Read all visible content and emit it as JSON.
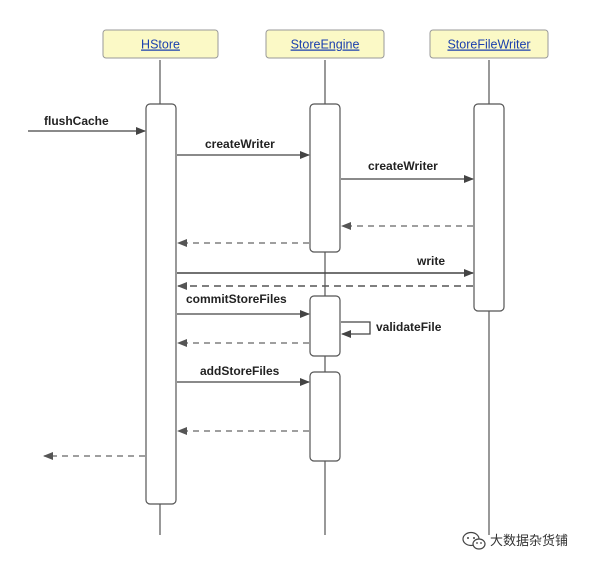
{
  "participants": [
    {
      "label": "HStore"
    },
    {
      "label": "StoreEngine"
    },
    {
      "label": "StoreFileWriter"
    }
  ],
  "messages": {
    "flush_cache": "flushCache",
    "create_writer_1": "createWriter",
    "create_writer_2": "createWriter",
    "write": "write",
    "commit_store_files": "commitStoreFiles",
    "validate_file": "validateFile",
    "add_store_files": "addStoreFiles"
  },
  "watermark": {
    "text": "大数据杂货铺",
    "icon": "wechat-icon"
  },
  "colors": {
    "header_fill": "#fbf9c6",
    "header_stroke": "#999999",
    "lifeline": "#555555",
    "solid_arrow": "#444444",
    "dashed_arrow": "#666666",
    "header_text": "#1a3fae"
  }
}
